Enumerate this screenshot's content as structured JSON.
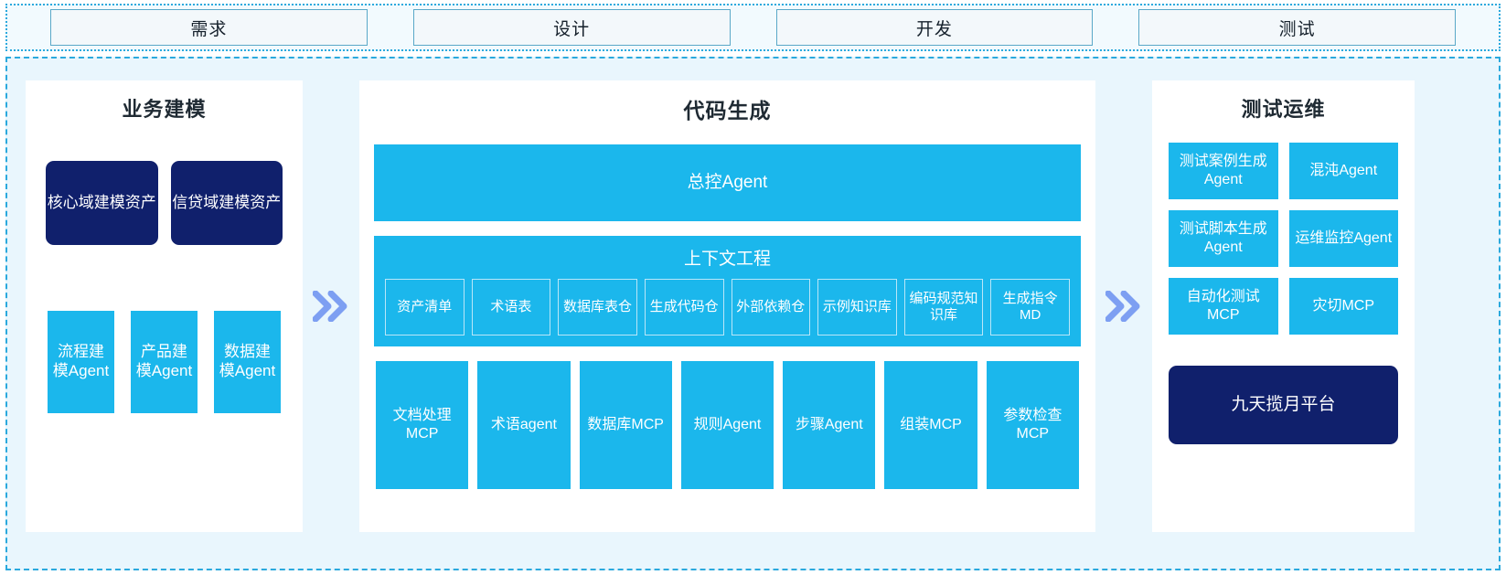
{
  "phases": [
    {
      "label": "需求"
    },
    {
      "label": "设计"
    },
    {
      "label": "开发"
    },
    {
      "label": "测试"
    }
  ],
  "colors": {
    "accent_cyan": "#1bb7ec",
    "navy": "#10206c",
    "frame_border": "#2ba9dd",
    "frame_bg": "#e9f6fd",
    "arrow": "#7d9ff2"
  },
  "panels": {
    "business_modeling": {
      "title": "业务建模",
      "assets": [
        {
          "label": "核心域建模资产"
        },
        {
          "label": "信贷域建模资产"
        }
      ],
      "agents": [
        {
          "label": "流程建模Agent"
        },
        {
          "label": "产品建模Agent"
        },
        {
          "label": "数据建模Agent"
        }
      ]
    },
    "code_generation": {
      "title": "代码生成",
      "master_agent": "总控Agent",
      "context_engineering": {
        "title": "上下文工程",
        "items": [
          {
            "label": "资产清单"
          },
          {
            "label": "术语表"
          },
          {
            "label": "数据库表仓"
          },
          {
            "label": "生成代码仓"
          },
          {
            "label": "外部依赖仓"
          },
          {
            "label": "示例知识库"
          },
          {
            "label": "编码规范知识库"
          },
          {
            "label": "生成指令MD"
          }
        ]
      },
      "tools": [
        {
          "label": "文档处理MCP"
        },
        {
          "label": "术语agent"
        },
        {
          "label": "数据库MCP"
        },
        {
          "label": "规则Agent"
        },
        {
          "label": "步骤Agent"
        },
        {
          "label": "组装MCP"
        },
        {
          "label": "参数检查MCP"
        }
      ]
    },
    "test_ops": {
      "title": "测试运维",
      "cards": [
        {
          "label": "测试案例生成Agent"
        },
        {
          "label": "混沌Agent"
        },
        {
          "label": "测试脚本生成Agent"
        },
        {
          "label": "运维监控Agent"
        },
        {
          "label": "自动化测试MCP"
        },
        {
          "label": "灾切MCP"
        }
      ],
      "platform": {
        "label": "九天揽月平台"
      }
    }
  },
  "connectors": [
    {
      "name": "arrow-business-to-code",
      "glyph": "»"
    },
    {
      "name": "arrow-code-to-testops",
      "glyph": "»"
    }
  ]
}
